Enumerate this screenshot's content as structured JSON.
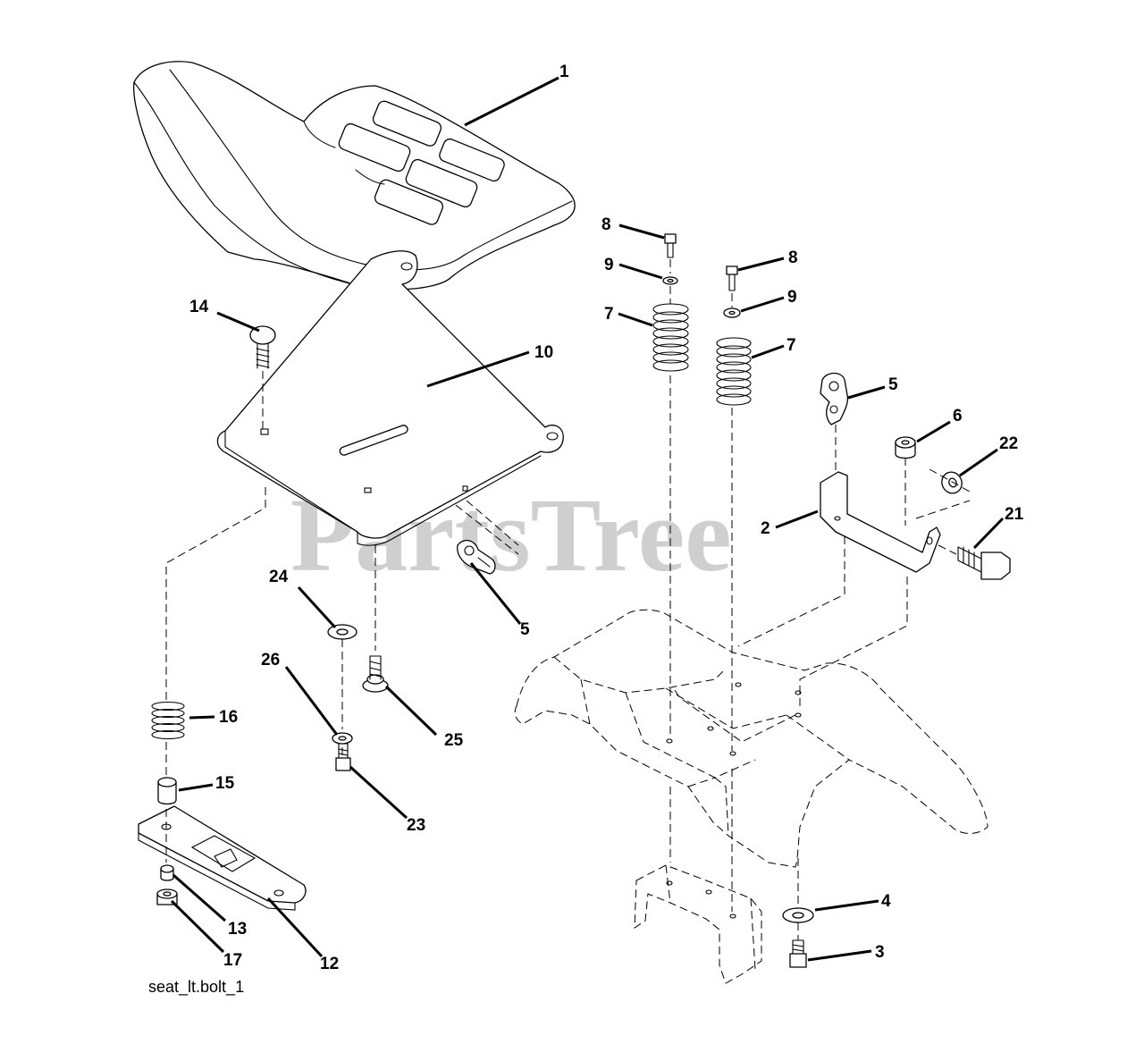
{
  "watermark": "PartsTree",
  "diagram_id": "seat_lt.bolt_1",
  "callouts": [
    {
      "label": "1"
    },
    {
      "label": "14"
    },
    {
      "label": "10"
    },
    {
      "label": "24"
    },
    {
      "label": "26"
    },
    {
      "label": "25"
    },
    {
      "label": "23"
    },
    {
      "label": "5"
    },
    {
      "label": "16"
    },
    {
      "label": "15"
    },
    {
      "label": "13"
    },
    {
      "label": "17"
    },
    {
      "label": "12"
    },
    {
      "label": "8"
    },
    {
      "label": "9"
    },
    {
      "label": "7"
    },
    {
      "label": "8"
    },
    {
      "label": "9"
    },
    {
      "label": "7"
    },
    {
      "label": "5"
    },
    {
      "label": "6"
    },
    {
      "label": "22"
    },
    {
      "label": "2"
    },
    {
      "label": "21"
    },
    {
      "label": "4"
    },
    {
      "label": "3"
    }
  ]
}
